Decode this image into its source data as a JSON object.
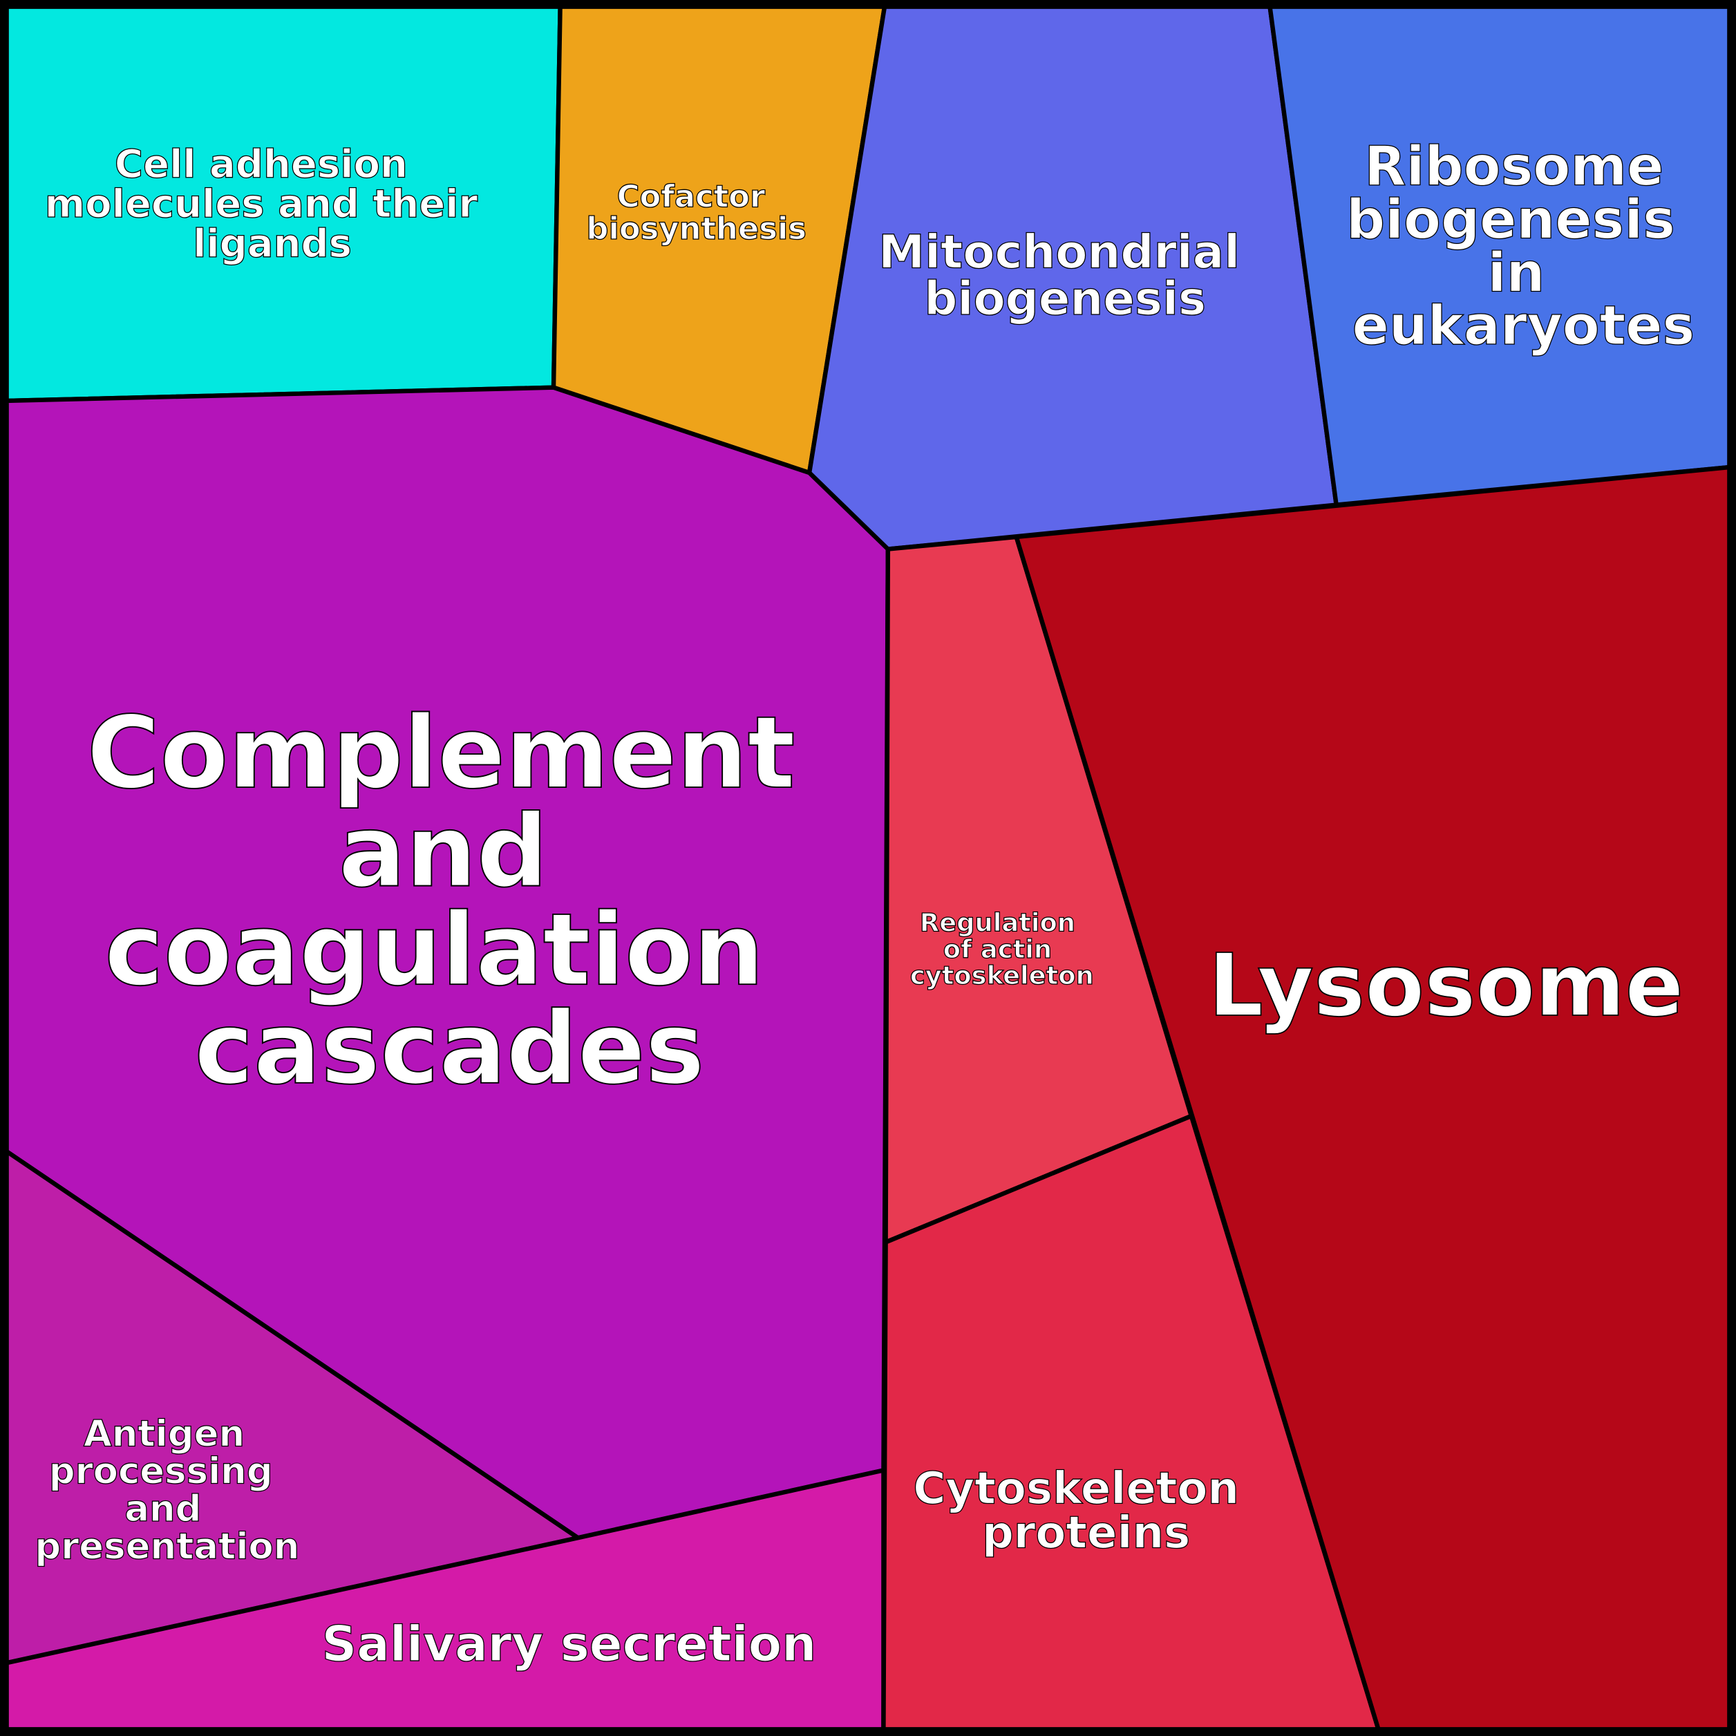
{
  "title": "Voronoi treemap of pathways",
  "colors": {
    "cell_adhesion": "#03E8E0",
    "cofactor": "#EEA31A",
    "mitochondrial": "#5F67EA",
    "ribosome": "#4873E8",
    "complement": "#B414B9",
    "antigen": "#BE1EA8",
    "salivary": "#D41AA8",
    "actin": "#E83A52",
    "cytoskeleton": "#E22848",
    "lysosome": "#B50718"
  },
  "regions": [
    {
      "id": "cell-adhesion",
      "lines": [
        "Cell adhesion",
        "molecules and their",
        "ligands"
      ]
    },
    {
      "id": "cofactor",
      "lines": [
        "Cofactor",
        "biosynthesis"
      ]
    },
    {
      "id": "mitochondrial",
      "lines": [
        "Mitochondrial",
        "biogenesis"
      ]
    },
    {
      "id": "ribosome",
      "lines": [
        "Ribosome",
        "biogenesis",
        "in",
        "eukaryotes"
      ]
    },
    {
      "id": "complement",
      "lines": [
        "Complement",
        "and",
        "coagulation",
        "cascades"
      ]
    },
    {
      "id": "antigen",
      "lines": [
        "Antigen",
        "processing",
        "and",
        "presentation"
      ]
    },
    {
      "id": "salivary",
      "lines": [
        "Salivary secretion"
      ]
    },
    {
      "id": "actin",
      "lines": [
        "Regulation",
        "of actin",
        "cytoskeleton"
      ]
    },
    {
      "id": "cytoskeleton",
      "lines": [
        "Cytoskeleton",
        "proteins"
      ]
    },
    {
      "id": "lysosome",
      "lines": [
        "Lysosome"
      ]
    }
  ]
}
